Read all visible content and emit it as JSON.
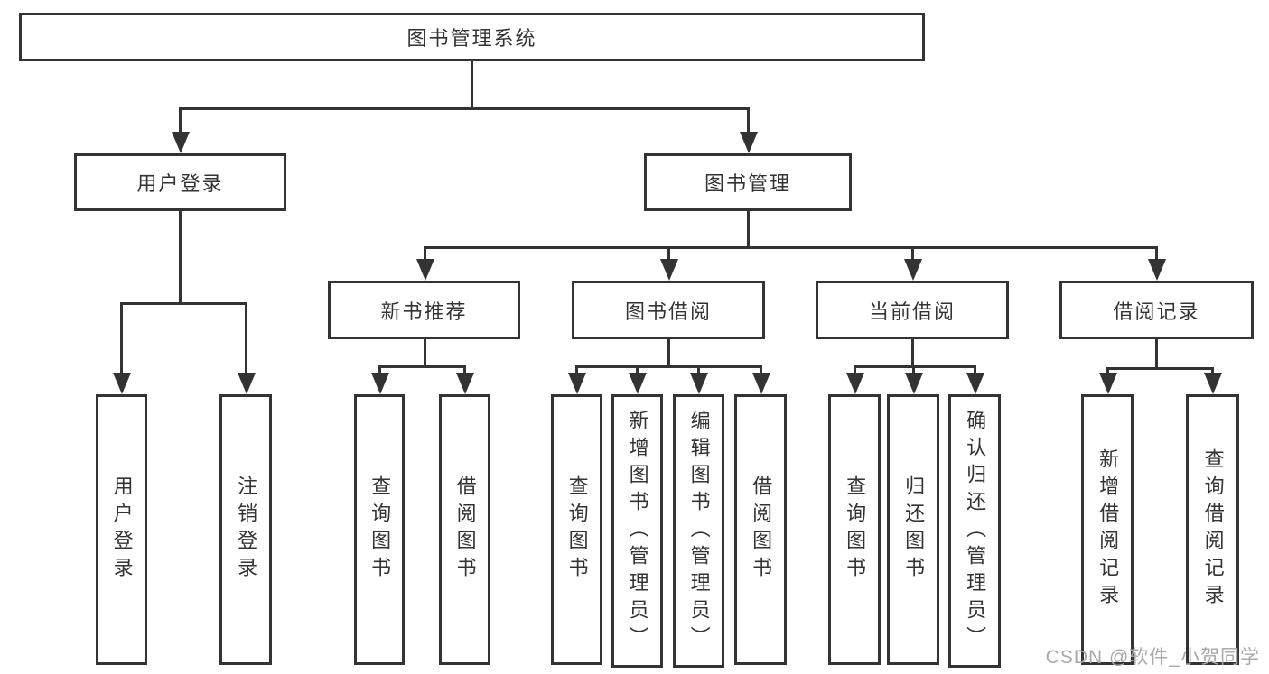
{
  "colors": {
    "line": "#333333",
    "border": "#333333",
    "text": "#333333",
    "background": "#ffffff",
    "watermark": "#a9a9a9"
  },
  "tree": {
    "root": "图书管理系统",
    "level2": [
      "用户登录",
      "图书管理"
    ],
    "level3": [
      "新书推荐",
      "图书借阅",
      "当前借阅",
      "借阅记录"
    ],
    "level4": {
      "user_login": [
        "用户登录",
        "注销登录"
      ],
      "new_book_recommend": [
        "查询图书",
        "借阅图书"
      ],
      "book_borrow": [
        "查询图书",
        "新增图书（管理员）",
        "编辑图书（管理员）",
        "借阅图书"
      ],
      "current_borrow": [
        "查询图书",
        "归还图书",
        "确认归还（管理员）"
      ],
      "borrow_records": [
        "新增借阅记录",
        "查询借阅记录"
      ]
    }
  },
  "watermark": {
    "text": "CSDN @软件_小贺同学"
  }
}
